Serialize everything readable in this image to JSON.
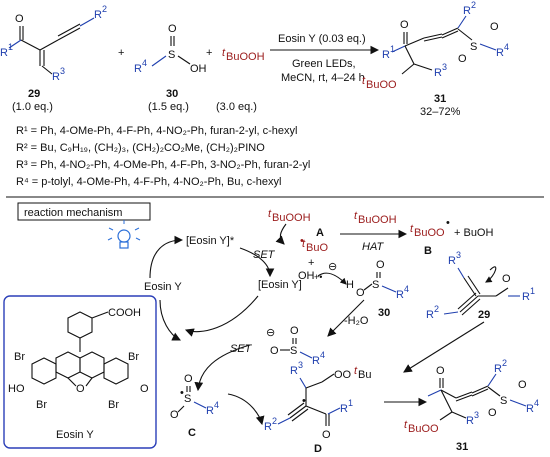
{
  "reaction": {
    "reagent_29": "29",
    "reagent_29_eq": "(1.0 eq.)",
    "reagent_30": "30",
    "reagent_30_eq": "(1.5 eq.)",
    "oxidant": "BuOOH",
    "oxidant_eq": "(3.0 eq.)",
    "conditions_line1": "Eosin Y (0.03 eq.)",
    "conditions_line2": "Green LEDs,",
    "conditions_line3": "MeCN, rt, 4–24 h",
    "product": "31",
    "yield": "32–72%"
  },
  "substituents": {
    "r1": "R¹ = Ph, 4-OMe-Ph, 4-F-Ph, 4-NO₂-Ph, furan-2-yl, c-hexyl",
    "r2": "R² = Bu, C₉H₁₉, (CH₂)₃, (CH₂)₂CO₂Me, (CH₂)₂PINO",
    "r3": "R³ = Ph, 4-NO₂-Ph, 4-OMe-Ph, 4-F-Ph, 3-NO₂-Ph, furan-2-yl",
    "r4": "R⁴ = p-tolyl, 4-OMe-Ph, 4-F-Ph, 4-NO₂-Ph, Bu, c-hexyl"
  },
  "mechanism": {
    "title": "reaction mechanism",
    "eosin_excited": "[Eosin Y]*",
    "eosin_ground": "Eosin Y",
    "eosin_radical_cation": "[Eosin Y]",
    "set1": "SET",
    "set2": "SET",
    "hat": "HAT",
    "tbuo_label": "BuO",
    "tbuooh_top": "BuOOH",
    "tbuooh_hat": "BuOOH",
    "label_A": "A",
    "label_B": "B",
    "label_C": "C",
    "label_D": "D",
    "oh_minus": "OH",
    "tbuoo": "BuOO",
    "tbuoh": "+ BuOH",
    "water_loss": "-H₂O",
    "compound_30": "30",
    "compound_29": "29",
    "compound_31": "31",
    "ooTBu": "OOBu",
    "plus": "+"
  },
  "eosin_structure": {
    "caption": "Eosin Y",
    "acid": "COOH",
    "ho": "HO",
    "br": "Br",
    "o": "O"
  },
  "colors": {
    "blue": "#1f3fae",
    "red": "#9b1c1c",
    "frame": "#2b3fb8"
  }
}
